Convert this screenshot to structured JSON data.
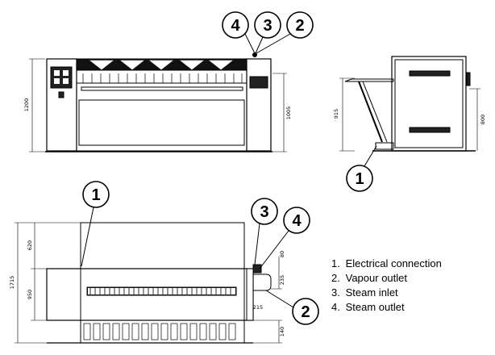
{
  "dimensions": {
    "front_height": "1200",
    "front_right_height": "1005",
    "side_height": "915",
    "side_right_height": "800",
    "plan_total": "1715",
    "plan_upper": "620",
    "plan_lower": "950",
    "plan_right_top": "80",
    "plan_right_mid": "235",
    "plan_right_low": "215",
    "plan_right_bottom": "140"
  },
  "callouts": {
    "front_4": "4",
    "front_3": "3",
    "front_2": "2",
    "side_1": "1",
    "plan_1": "1",
    "plan_3": "3",
    "plan_4": "4",
    "plan_2": "2"
  },
  "legend": [
    {
      "num": "1.",
      "label": "Electrical connection"
    },
    {
      "num": "2.",
      "label": "Vapour outlet"
    },
    {
      "num": "3.",
      "label": "Steam inlet"
    },
    {
      "num": "4.",
      "label": "Steam outlet"
    }
  ]
}
